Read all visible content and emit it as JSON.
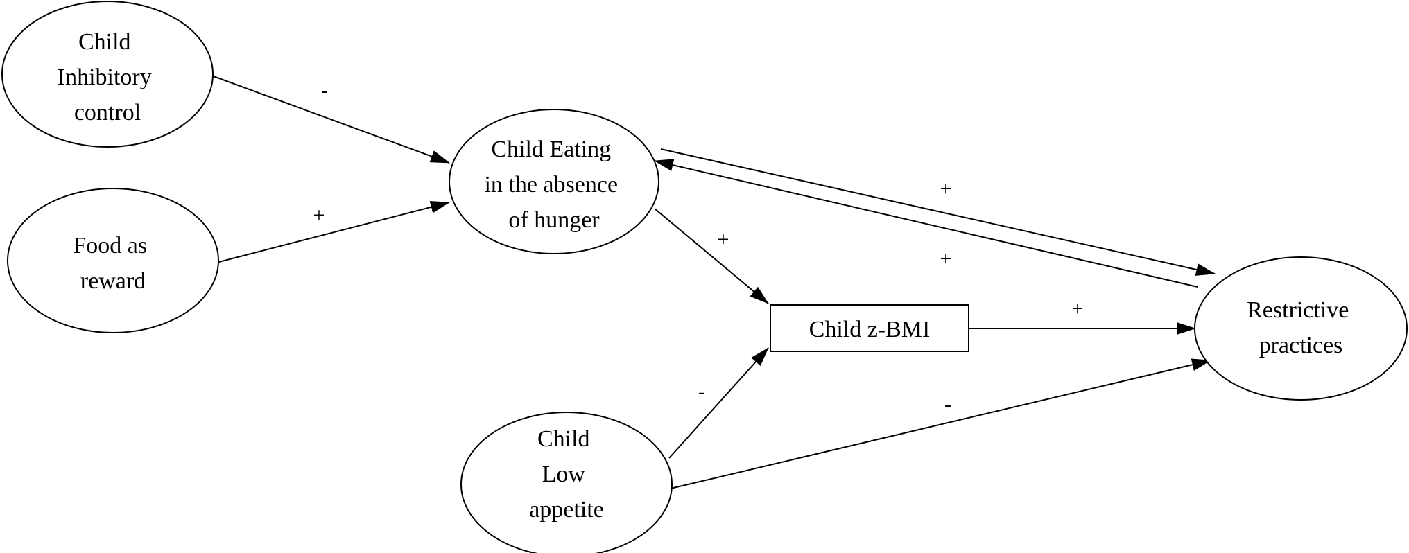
{
  "nodes": {
    "inhibitory": {
      "lines": [
        "Child",
        "Inhibitory",
        "control"
      ]
    },
    "reward": {
      "lines": [
        "Food as",
        "reward"
      ]
    },
    "eah": {
      "lines": [
        "Child Eating",
        "in the absence",
        "of hunger"
      ]
    },
    "zbmi": {
      "lines": [
        "Child z-BMI"
      ]
    },
    "appetite": {
      "lines": [
        "Child",
        "Low",
        "appetite"
      ]
    },
    "restrict": {
      "lines": [
        "Restrictive",
        "practices"
      ]
    }
  },
  "edges": {
    "inhibitory_to_eah": {
      "sign": "-"
    },
    "reward_to_eah": {
      "sign": "+"
    },
    "eah_to_restrict": {
      "sign": "+"
    },
    "restrict_to_eah": {
      "sign": "+"
    },
    "eah_to_zbmi": {
      "sign": "+"
    },
    "zbmi_to_restrict": {
      "sign": "+"
    },
    "appetite_to_zbmi": {
      "sign": "-"
    },
    "appetite_to_restrict": {
      "sign": "-"
    }
  }
}
